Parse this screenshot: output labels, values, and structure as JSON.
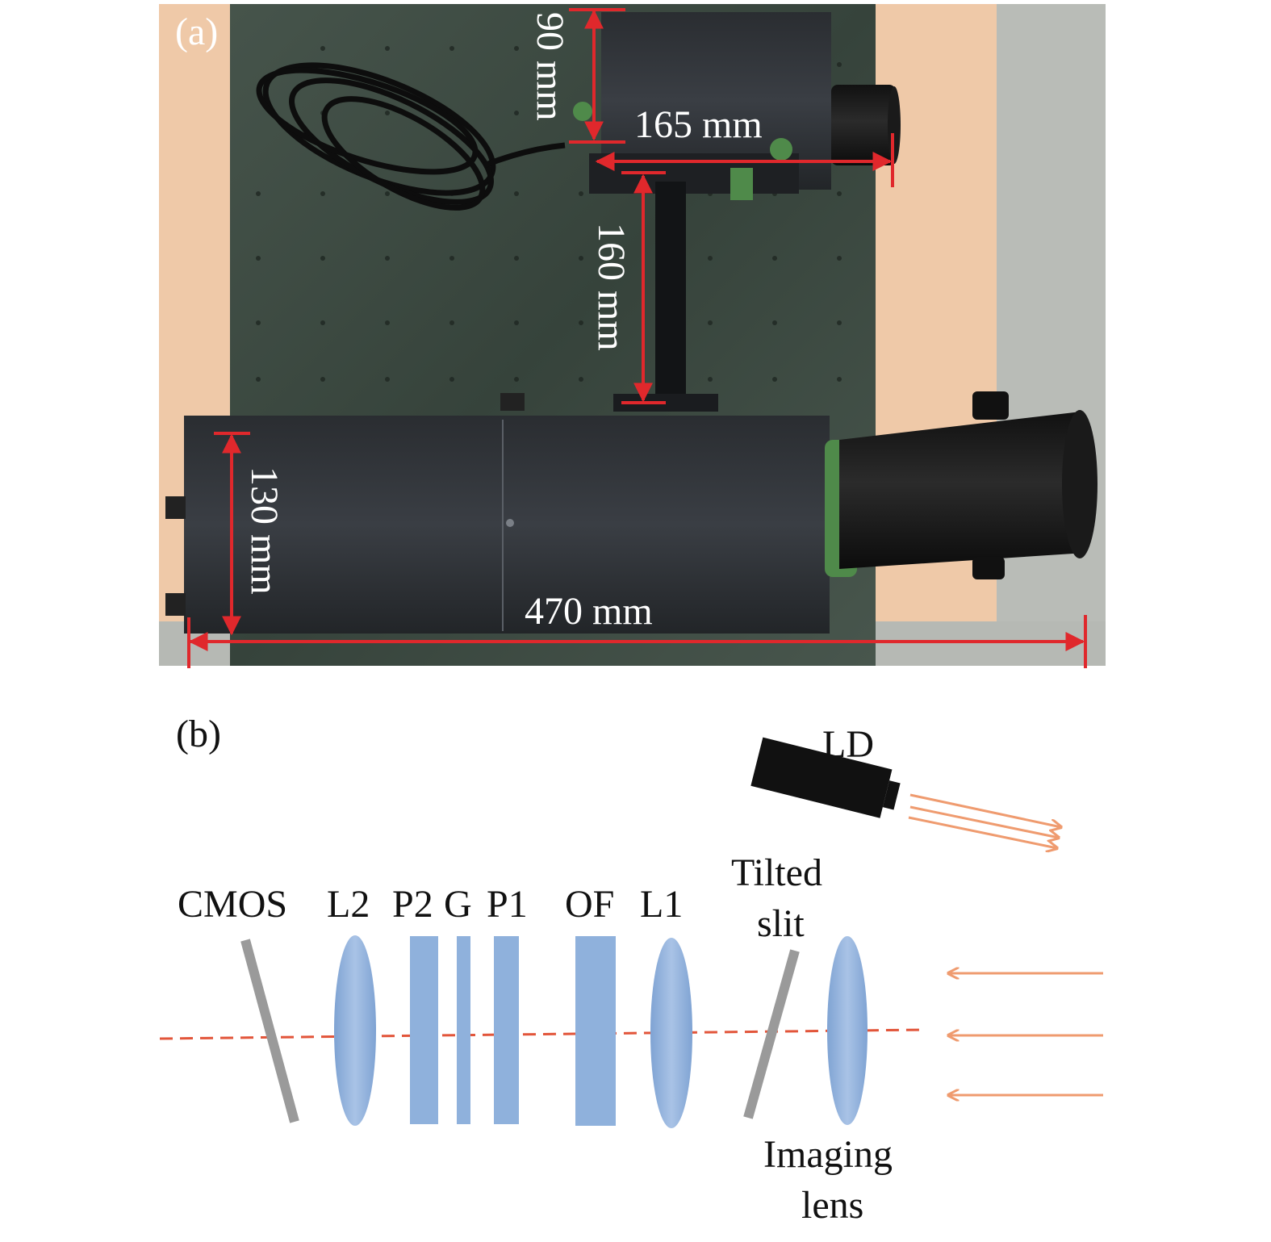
{
  "panel_a": {
    "label": "(a)",
    "dimensions": {
      "d90": "90 mm",
      "d165": "165 mm",
      "d160": "160 mm",
      "d130": "130 mm",
      "d470": "470 mm"
    }
  },
  "panel_b": {
    "label": "(b)",
    "components": {
      "ld": "LD",
      "cmos": "CMOS",
      "l2": "L2",
      "p2": "P2",
      "g": "G",
      "p1": "P1",
      "of": "OF",
      "l1": "L1",
      "tilted_slit_line1": "Tilted",
      "tilted_slit_line2": "slit",
      "imaging_lens_line1": "Imaging",
      "imaging_lens_line2": "lens"
    }
  },
  "colors": {
    "dimension_red": "#e0282c",
    "optic_blue": "#8fb1dc",
    "slit_gray": "#9a9a9a",
    "beam_orange": "#ef9b6f",
    "axis_red": "#e2553a",
    "bench_green": "#3c4a42"
  }
}
